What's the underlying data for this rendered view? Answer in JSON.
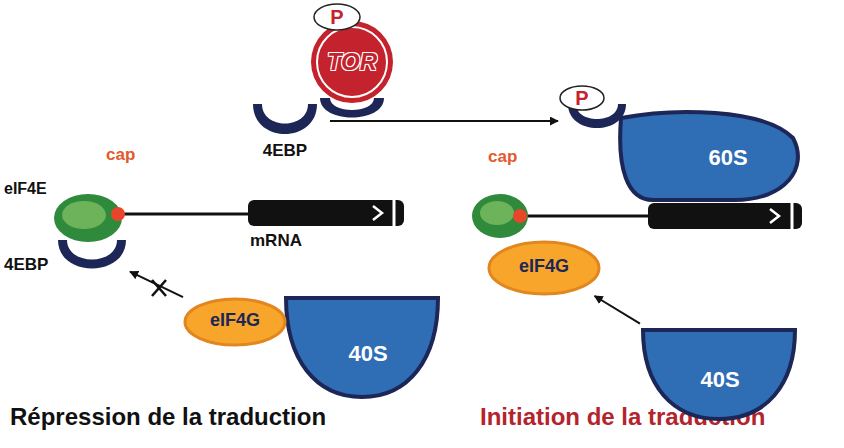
{
  "diagram": {
    "nodes": [
      {
        "text": [
          "P"
        ]
      },
      {
        "text": [
          "TOR"
        ]
      },
      {
        "text": [
          "4EBP"
        ]
      },
      {
        "text": [
          "P"
        ]
      },
      {
        "text": [
          "60S"
        ]
      },
      {
        "text": [
          "eIF4E"
        ]
      },
      {
        "text": [
          "4EBP"
        ]
      },
      {
        "text": [
          "eIF4G"
        ]
      },
      {
        "text": [
          "40S"
        ]
      },
      {
        "text": [
          "eIF4G"
        ]
      },
      {
        "text": [
          "40S"
        ]
      }
    ],
    "edges": [
      {
        "from": 2,
        "to": 3,
        "arrow": "to"
      },
      {
        "from": 7,
        "to": 6,
        "arrow": "to"
      },
      {
        "from": 10,
        "to": 9,
        "arrow": "to"
      }
    ],
    "labels": [
      "cap",
      "mRNA",
      "cap",
      "Répression de la traduction",
      "Initiation de la traduction"
    ]
  }
}
